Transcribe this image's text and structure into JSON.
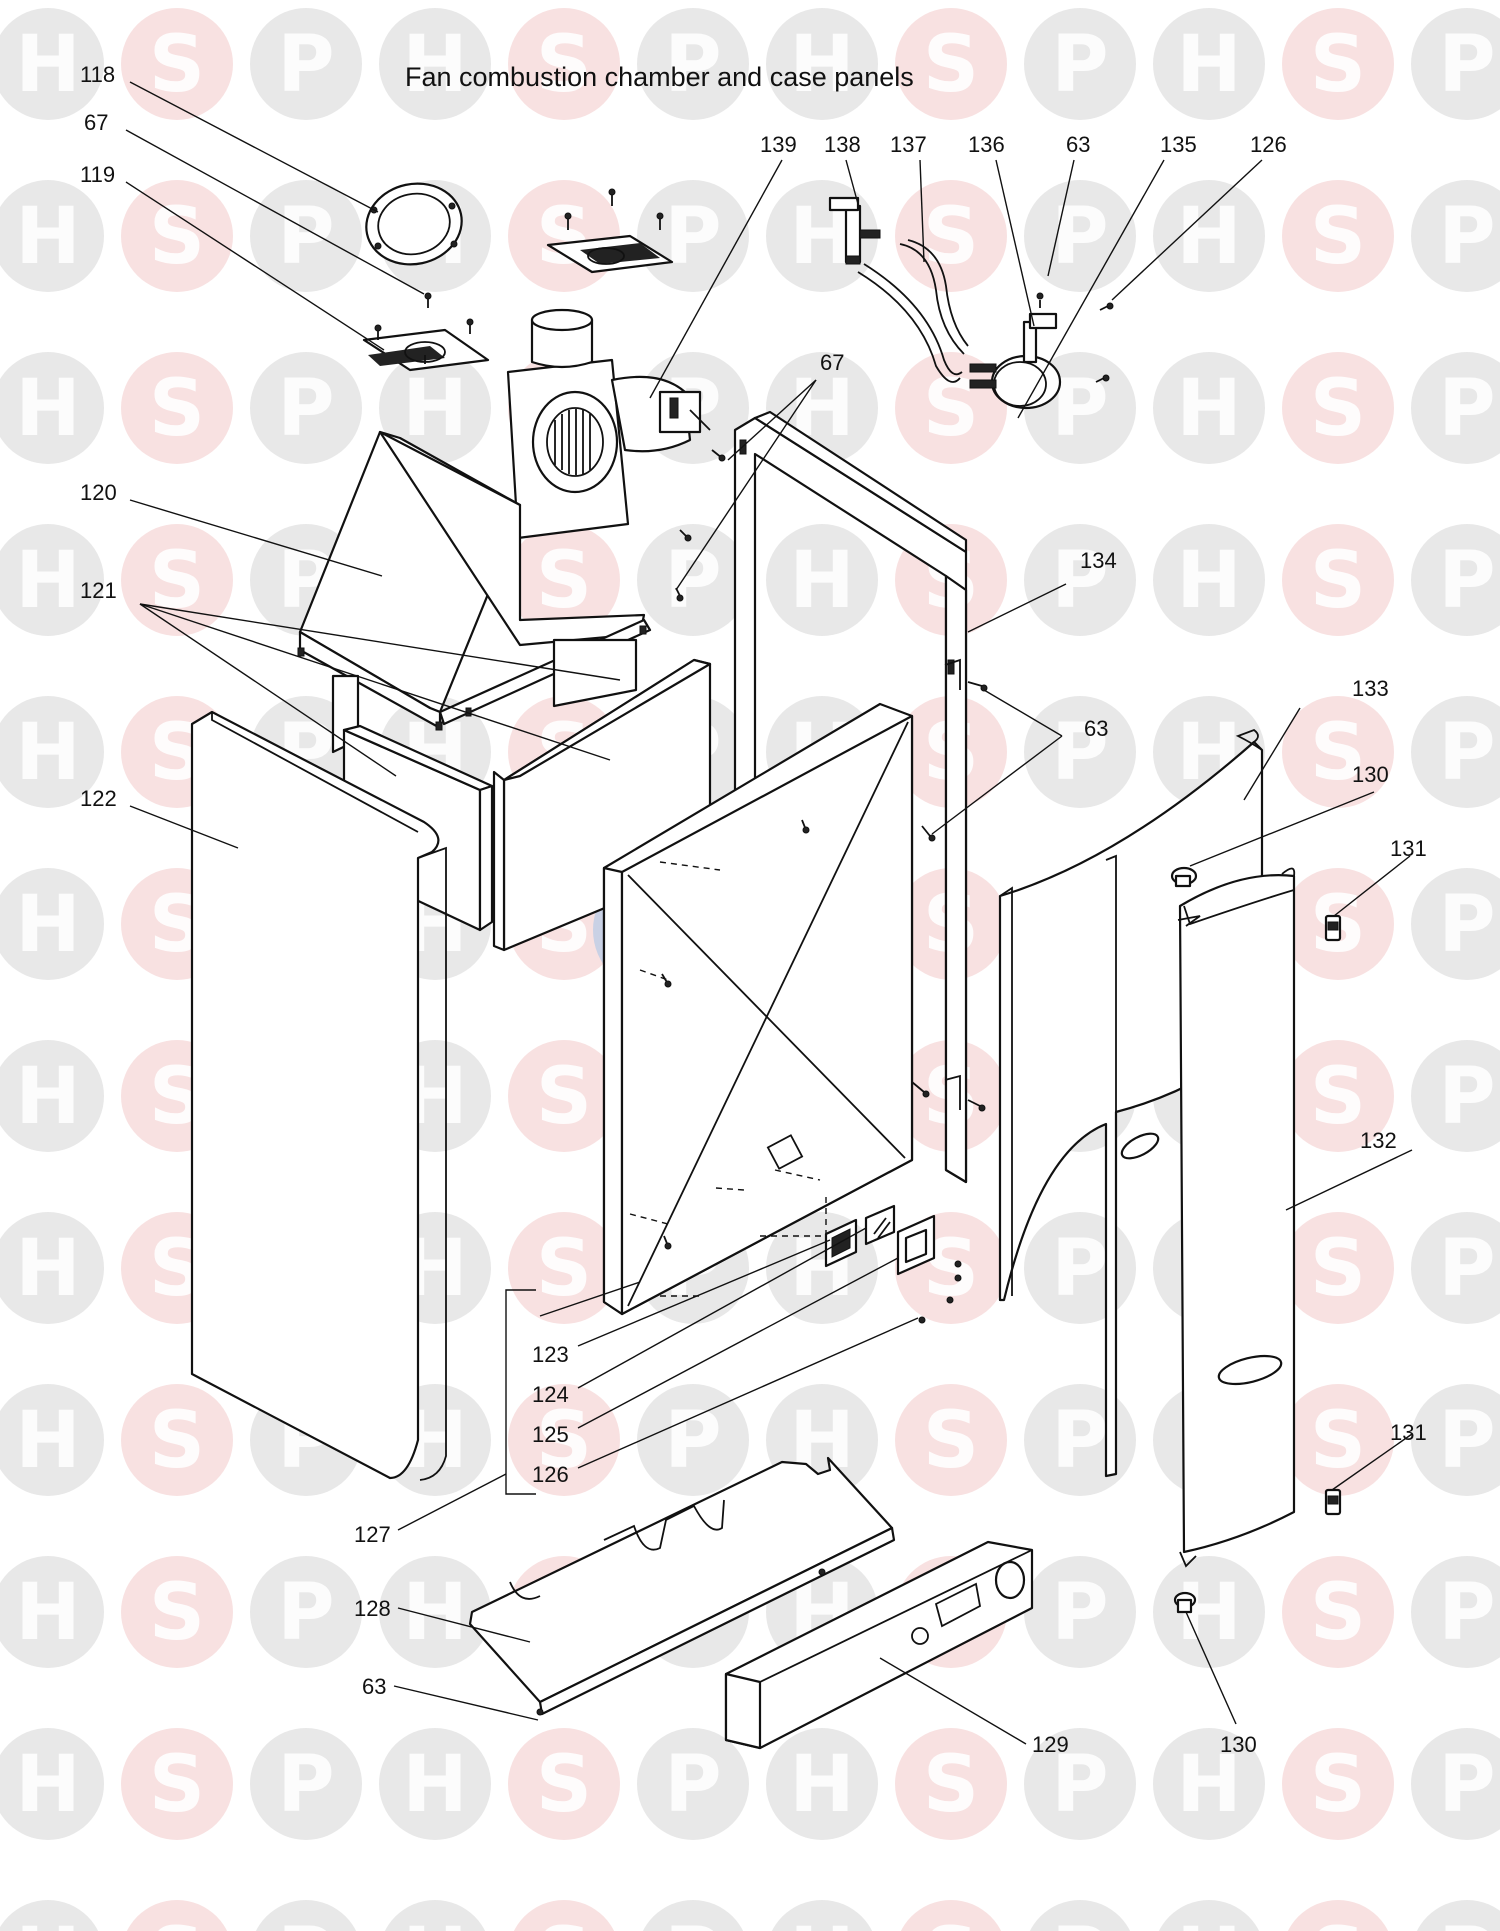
{
  "title": "Fan combustion chamber and case panels",
  "watermark": {
    "letters": [
      "H",
      "S",
      "P"
    ],
    "logo_text": "HSP",
    "colors": {
      "H": "#d6d6d6",
      "S": "#f2c8c8",
      "P": "#d6d6d6",
      "center_blue": "#b9cbe6",
      "center_red": "#e9b3b3"
    }
  },
  "callouts": {
    "c118": "118",
    "c67a": "67",
    "c119": "119",
    "c139": "139",
    "c138": "138",
    "c137": "137",
    "c136": "136",
    "c63a": "63",
    "c135": "135",
    "c126a": "126",
    "c67b": "67",
    "c120": "120",
    "c134": "134",
    "c121": "121",
    "c133": "133",
    "c63b": "63",
    "c130a": "130",
    "c122": "122",
    "c131a": "131",
    "c132": "132",
    "c123": "123",
    "c124": "124",
    "c125": "125",
    "c126b": "126",
    "c131b": "131",
    "c127": "127",
    "c128": "128",
    "c63c": "63",
    "c129": "129",
    "c130b": "130"
  }
}
